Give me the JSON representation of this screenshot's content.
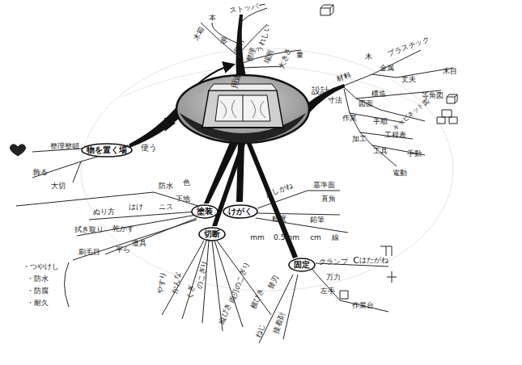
{
  "diagram": {
    "nodes": [
      {
        "text": [
          "物を置く場"
        ]
      },
      {
        "text": [
          "塗装"
        ]
      },
      {
        "text": [
          "けがく"
        ]
      },
      {
        "text": [
          "切断"
        ]
      },
      {
        "text": [
          "固定"
        ]
      }
    ],
    "labels": [
      "用途",
      "収納",
      "整理",
      "本",
      "木箱",
      "ストッパー",
      "うれしい",
      "場所",
      "大きさ",
      "量",
      "形",
      "設計",
      "材料",
      "木",
      "プラスチック",
      "金属",
      "丈夫",
      "構造",
      "木目",
      "寸法",
      "図面",
      "キャビネット図",
      "等角図",
      "作業",
      "手順",
      "加工",
      "工程表",
      "工具",
      "手動",
      "電動",
      "使う",
      "整理整頓",
      "飾る",
      "大切",
      "防水",
      "色",
      "下地",
      "ニス",
      "はけ",
      "ぬり方",
      "拭き取り",
      "乾かす",
      "道具",
      "平ら",
      "・つやけし",
      "・防水",
      "・防腐",
      "・耐久",
      "刷毛目",
      "さしがね",
      "基準面",
      "直角",
      "精度",
      "鉛筆",
      "mm",
      "0.5mm",
      "cm",
      "線",
      "のこぎり",
      "両刃のこぎり",
      "縦びき",
      "横びき",
      "替刃",
      "くぎ",
      "かんな",
      "やすり",
      "クランプ",
      "C",
      "はたがね",
      "万力",
      "左手",
      "作業台",
      "接着剤",
      "ねじ"
    ]
  }
}
